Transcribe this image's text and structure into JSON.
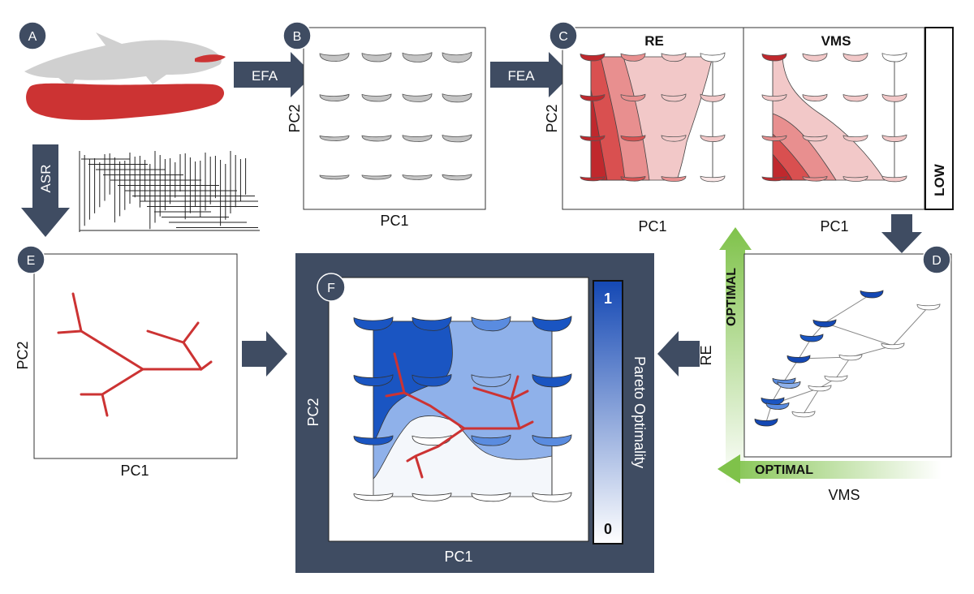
{
  "colors": {
    "navy": "#3f4c62",
    "red": "#cc3333",
    "red_dark": "#c0282d",
    "grey_shape": "#c4c4c4",
    "fish": "#d0d0d0",
    "green": "#7fc24a",
    "blue_dark": "#1448b4",
    "blue_mid": "#5a8ce0",
    "blue_light": "#8fb1ea",
    "blue_pale": "#f2f6fc"
  },
  "badges": {
    "a": "A",
    "b": "B",
    "c": "C",
    "d": "D",
    "e": "E",
    "f": "F"
  },
  "arrows": {
    "efa": "EFA",
    "fea": "FEA",
    "asr": "ASR"
  },
  "panel_b": {
    "ylabel": "PC2",
    "xlabel": "PC1"
  },
  "panel_c": {
    "ylabel": "PC2",
    "title_left": "RE",
    "title_right": "VMS",
    "xlabel_left": "PC1",
    "xlabel_right": "PC1",
    "legend_label": "LOW"
  },
  "panel_d": {
    "ylabel": "RE",
    "xlabel": "VMS",
    "optimal_vertical": "OPTIMAL",
    "optimal_horizontal": "OPTIMAL"
  },
  "panel_e": {
    "ylabel": "PC2",
    "xlabel": "PC1"
  },
  "panel_f": {
    "ylabel": "PC2",
    "xlabel": "PC1",
    "colorbar_label": "Pareto Optimality",
    "colorbar_max": "1",
    "colorbar_min": "0"
  }
}
